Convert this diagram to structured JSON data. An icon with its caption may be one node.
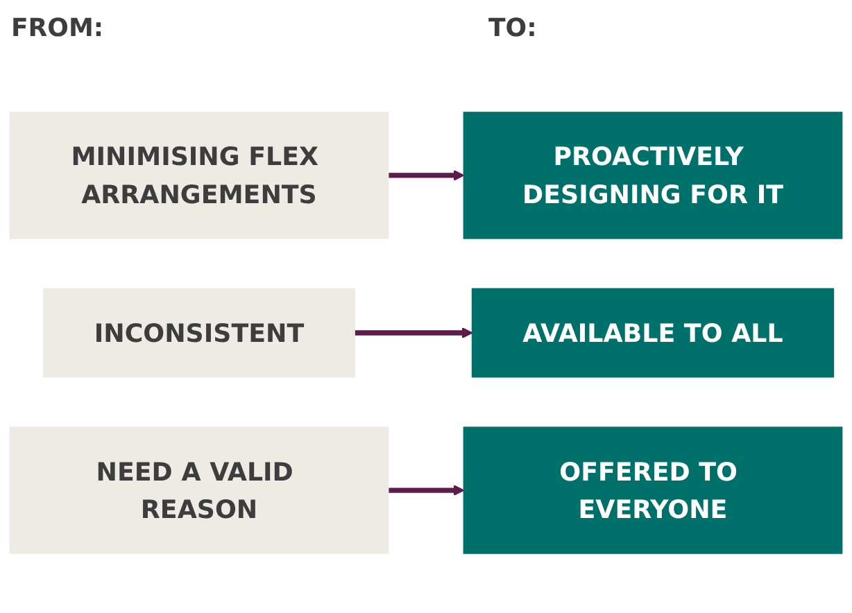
{
  "diagram": {
    "nodes": [
      {
        "text": [
          "MINIMISING FLEX ARRANGEMENTS"
        ]
      },
      {
        "text": [
          "PROACTIVELY DESIGNING FOR IT"
        ]
      },
      {
        "text": [
          "INCONSISTENT"
        ]
      },
      {
        "text": [
          "AVAILABLE TO ALL"
        ]
      },
      {
        "text": [
          "NEED A VALID REASON"
        ]
      },
      {
        "text": [
          "OFFERED TO EVERYONE"
        ]
      }
    ],
    "edges": [
      {
        "from": 0,
        "to": 1,
        "arrow": "to"
      },
      {
        "from": 2,
        "to": 3,
        "arrow": "to"
      },
      {
        "from": 4,
        "to": 5,
        "arrow": "to"
      }
    ],
    "labels": [
      "FROM:",
      "TO:"
    ]
  }
}
